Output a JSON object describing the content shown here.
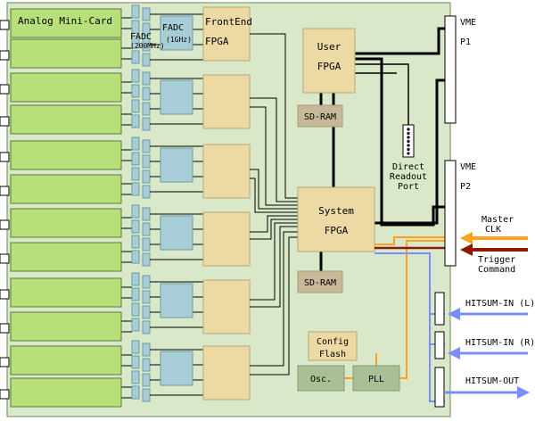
{
  "colors": {
    "board": "#d8e8c8",
    "board_stroke": "#6a8a5a",
    "minicard": "#b8e07a",
    "adc": "#a9cdd6",
    "fpga": "#ecd9a4",
    "sdram": "#c8b89a",
    "osc": "#a9bf96",
    "line": "#000000",
    "orange": "#ffa020",
    "darkred": "#8b1a00",
    "blue": "#7a8cff"
  },
  "labels": {
    "analog_mini_card": "Analog Mini-Card",
    "fadc_200_name": "FADC",
    "fadc_200_rate": "(200MHz)",
    "fadc_1g_name": "FADC",
    "fadc_1g_rate": "(1GHz)",
    "frontend_line1": "FrontEnd",
    "frontend_line2": "FPGA",
    "user_line1": "User",
    "user_line2": "FPGA",
    "system_line1": "System",
    "system_line2": "FPGA",
    "sdram_top": "SD-RAM",
    "sdram_bottom": "SD-RAM",
    "config_line1": "Config",
    "config_line2": "Flash",
    "osc": "Osc.",
    "pll": "PLL",
    "direct_line1": "Direct",
    "direct_line2": "Readout",
    "direct_line3": "Port",
    "vme1_line1": "VME",
    "vme1_line2": "P1",
    "vme2_line1": "VME",
    "vme2_line2": "P2",
    "master_line1": "Master",
    "master_line2": "CLK",
    "trigger_line1": "Trigger",
    "trigger_line2": "Command",
    "hitsum_in_l": "HITSUM-IN (L)",
    "hitsum_in_r": "HITSUM-IN (R)",
    "hitsum_out": "HITSUM-OUT"
  }
}
